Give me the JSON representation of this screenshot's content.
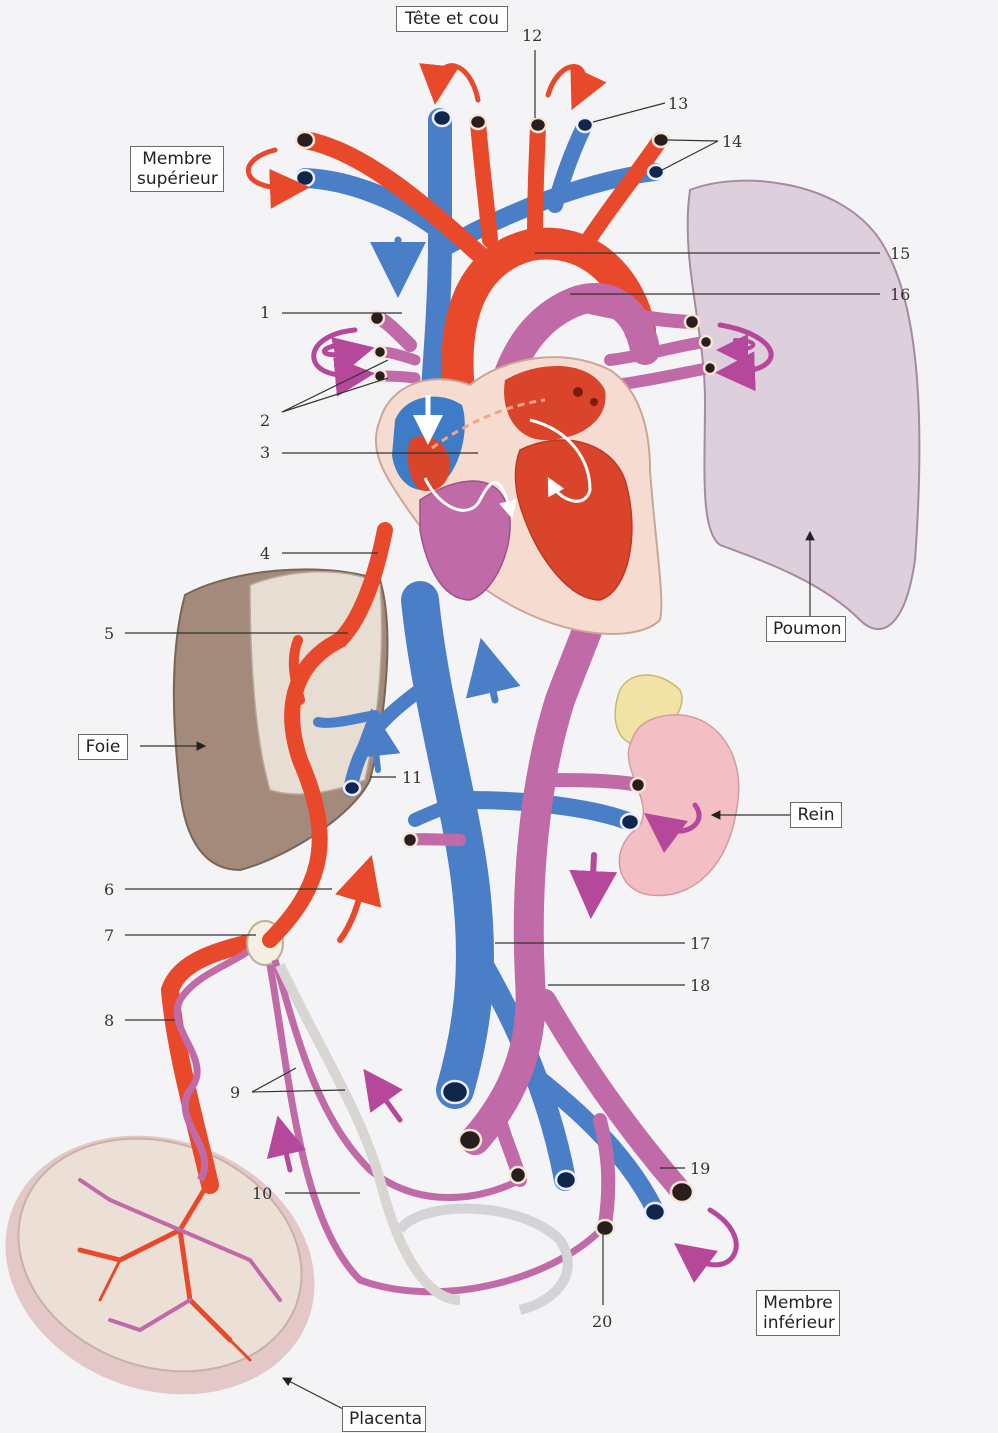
{
  "boxes": {
    "head": "Tête et cou",
    "upper_limb_1": "Membre",
    "upper_limb_2": "supérieur",
    "lung": "Poumon",
    "liver": "Foie",
    "kidney": "Rein",
    "lower_limb_1": "Membre",
    "lower_limb_2": "inférieur",
    "placenta": "Placenta"
  },
  "numbers": {
    "n1": "1",
    "n2": "2",
    "n3": "3",
    "n4": "4",
    "n5": "5",
    "n6": "6",
    "n7": "7",
    "n8": "8",
    "n9": "9",
    "n10": "10",
    "n11": "11",
    "n12": "12",
    "n13": "13",
    "n14": "14",
    "n15": "15",
    "n16": "16",
    "n17": "17",
    "n18": "18",
    "n19": "19",
    "n20": "20"
  },
  "colors": {
    "oxygenated": "#e8492a",
    "deoxygenated": "#4a7fc8",
    "mixed": "#c06aa8",
    "lung": "#ddd0dc",
    "liver": "#a38a7a",
    "kidney": "#f3bfc5",
    "placenta": "#ece0d6"
  }
}
